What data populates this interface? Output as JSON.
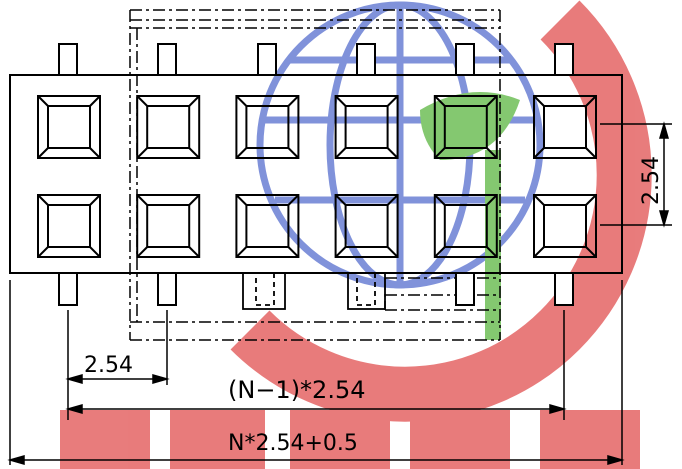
{
  "dimensions": {
    "pitch_bottom": "2.54",
    "span": "(N−1)*2.54",
    "total": "N*2.54+0.5",
    "pitch_row": "2.54"
  },
  "watermark": {
    "description": "logo watermark",
    "colors": {
      "red": "#d94545",
      "blue": "#5b6fd0",
      "green": "#63b14a"
    }
  },
  "drawing": {
    "stroke": "#000000",
    "pin_columns": 6,
    "rows": 2
  }
}
